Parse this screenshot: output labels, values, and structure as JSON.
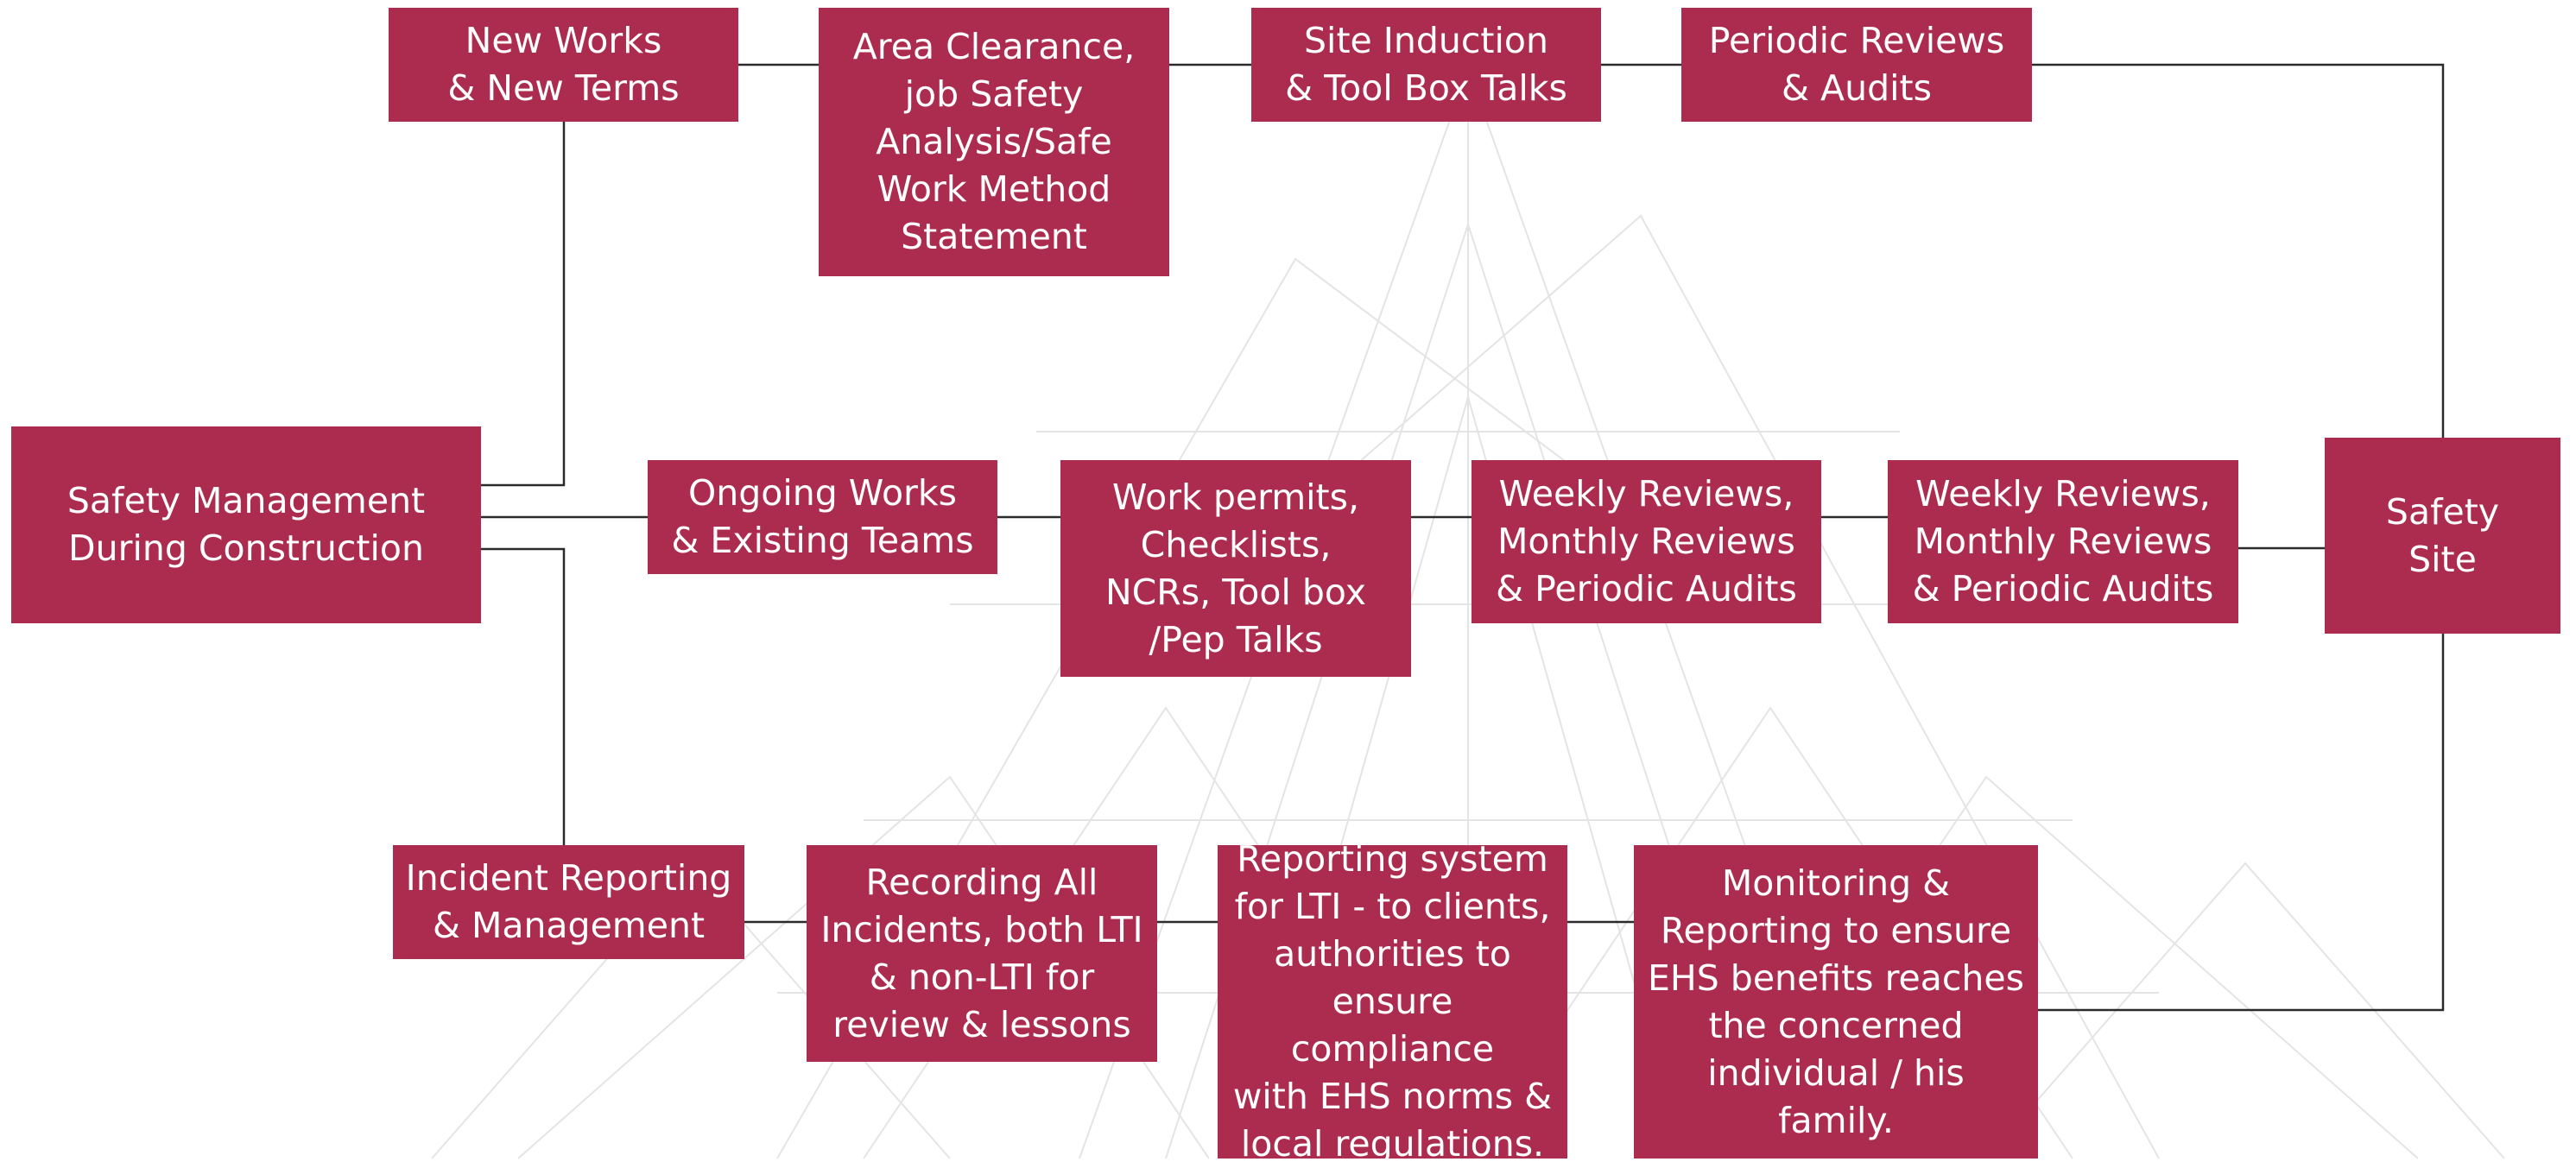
{
  "colors": {
    "box_fill": "#ab2c4e",
    "box_text": "#ffffff",
    "connector": "#2b2b2b",
    "background": "#ffffff"
  },
  "root": {
    "label": "Safety Management\nDuring Construction"
  },
  "row1": {
    "new_works": "New Works\n& New Terms",
    "area_clearance": "Area Clearance,\njob Safety\nAnalysis/Safe\nWork Method\nStatement",
    "site_induction": "Site Induction\n& Tool Box Talks",
    "periodic_reviews": "Periodic Reviews\n& Audits"
  },
  "row2": {
    "ongoing_works": "Ongoing Works\n& Existing Teams",
    "work_permits": "Work permits,\nChecklists,\nNCRs, Tool box\n/Pep Talks",
    "weekly_reviews_1": "Weekly Reviews,\nMonthly Reviews\n& Periodic Audits",
    "weekly_reviews_2": "Weekly Reviews,\nMonthly Reviews\n& Periodic Audits"
  },
  "row3": {
    "incident_reporting": "Incident Reporting\n& Management",
    "recording_incidents": "Recording All\nIncidents, both LTI\n& non-LTI for\nreview & lessons",
    "reporting_system": "Reporting system\nfor LTI - to clients,\nauthorities to\nensure compliance\nwith EHS norms &\nlocal regulations.",
    "monitoring": "Monitoring &\nReporting to ensure\nEHS benefits reaches\nthe concerned\nindividual / his\nfamily."
  },
  "outcome": {
    "label": "Safety\nSite"
  }
}
